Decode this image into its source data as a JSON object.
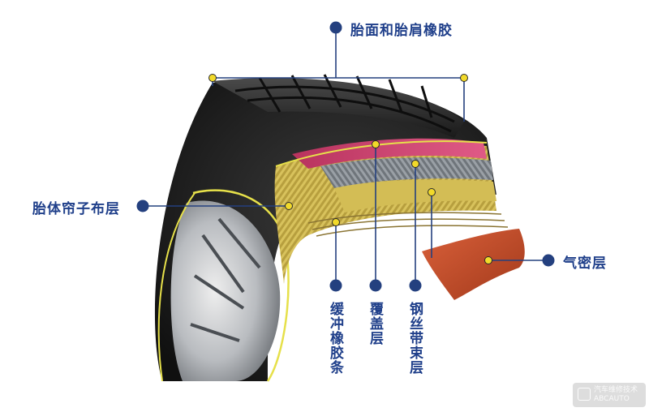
{
  "labels": {
    "tread_shoulder": "胎面和胎肩橡胶",
    "carcass_ply": "胎体帘子布层",
    "inner_liner": "气密层",
    "cushion_rubber": "缓冲橡胶条",
    "cap_ply": "覆盖层",
    "steel_belt": "钢丝带束层"
  },
  "watermark": {
    "line1": "汽车维修技术",
    "line2": "ABCAUTO"
  },
  "colors": {
    "label_text": "#1f3f8a",
    "marker": "#24407f",
    "leader_line": "#24407f",
    "yellow_dot": "#f2da2a",
    "inner_liner": "#c14a24",
    "steel_belt": "#c9b35a",
    "cap_ply": "#e2d370",
    "tread_band": "#cf2d6a"
  }
}
